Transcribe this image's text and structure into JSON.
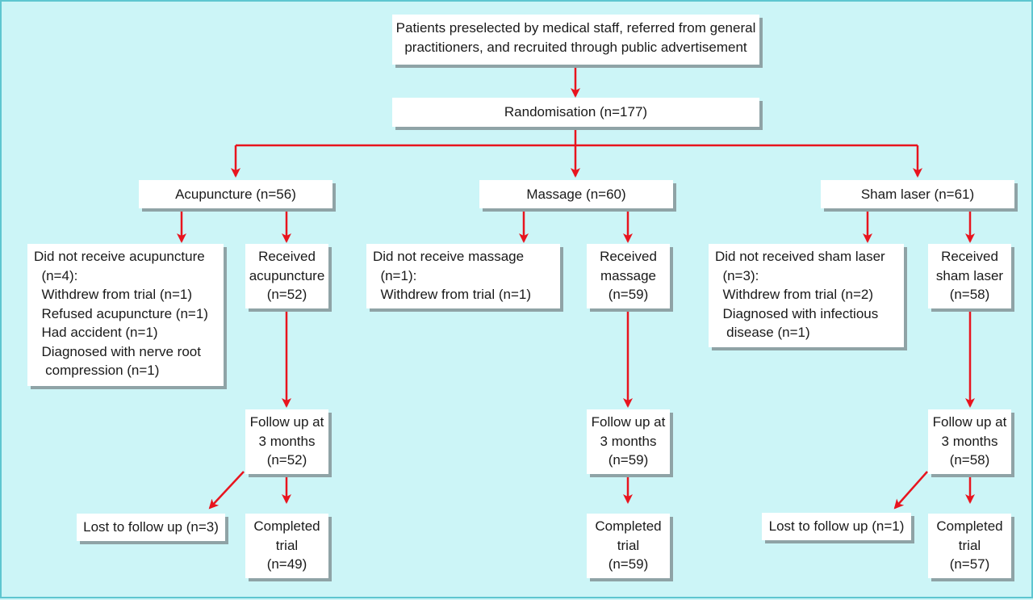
{
  "colors": {
    "background": "#ccf5f7",
    "box": "#ffffff",
    "arrow": "#e8141e",
    "shadow": "#8fa3a6"
  },
  "top": {
    "text": "Patients preselected by medical staff, referred from general\npractitioners, and recruited through public advertisement"
  },
  "randomisation": {
    "text": "Randomisation (n=177)"
  },
  "acupuncture": {
    "group": "Acupuncture (n=56)",
    "excluded": "Did not receive acupuncture\n  (n=4):\n  Withdrew from trial (n=1)\n  Refused acupuncture (n=1)\n  Had accident (n=1)\n  Diagnosed with nerve root\n   compression (n=1)",
    "received": "Received\nacupuncture\n(n=52)",
    "followup": "Follow up at\n3 months\n(n=52)",
    "lost": "Lost to follow up (n=3)",
    "completed": "Completed\ntrial\n(n=49)"
  },
  "massage": {
    "group": "Massage (n=60)",
    "excluded": "Did not receive massage\n  (n=1):\n  Withdrew from trial (n=1)",
    "received": "Received\nmassage\n(n=59)",
    "followup": "Follow up at\n3 months\n(n=59)",
    "completed": "Completed\ntrial\n(n=59)"
  },
  "sham": {
    "group": "Sham laser (n=61)",
    "excluded": "Did not received sham laser\n  (n=3):\n  Withdrew from trial (n=2)\n  Diagnosed with infectious\n   disease (n=1)",
    "received": "Received\nsham laser\n(n=58)",
    "followup": "Follow up at\n3 months\n(n=58)",
    "lost": "Lost to follow up (n=1)",
    "completed": "Completed\ntrial\n(n=57)"
  }
}
